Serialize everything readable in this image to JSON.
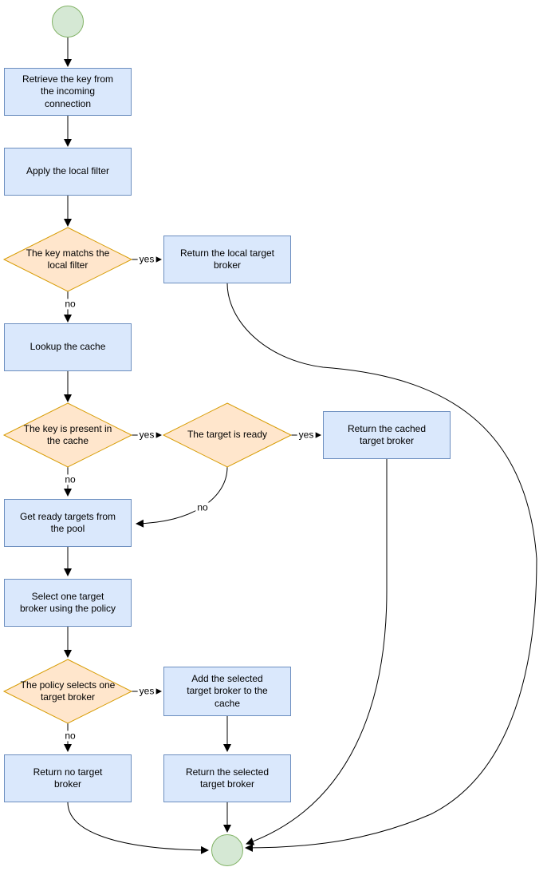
{
  "colors": {
    "process_fill": "#dae8fc",
    "process_border": "#6c8ebf",
    "decision_fill": "#ffe6cc",
    "decision_border": "#d79b00",
    "terminal_fill": "#d5e8d4",
    "terminal_border": "#82b366",
    "edge_line": "#000000",
    "text": "#000000"
  },
  "nodes": {
    "retrieve_key": {
      "label": "Retrieve the key from\nthe incoming\nconnection"
    },
    "apply_filter": {
      "label": "Apply the local filter"
    },
    "key_matches_filter": {
      "label": "The key matchs the\nlocal filter"
    },
    "return_local_broker": {
      "label": "Return the local target\nbroker"
    },
    "lookup_cache": {
      "label": "Lookup the cache"
    },
    "key_in_cache": {
      "label": "The key is present in\nthe cache"
    },
    "target_ready": {
      "label": "The target is ready"
    },
    "return_cached_broker": {
      "label": "Return the cached\ntarget broker"
    },
    "get_ready_targets": {
      "label": "Get ready targets from\nthe pool"
    },
    "select_broker": {
      "label": "Select one target\nbroker using the policy"
    },
    "policy_selects_one": {
      "label": "The policy selects one\ntarget broker"
    },
    "add_to_cache": {
      "label": "Add the selected\ntarget broker to the\ncache"
    },
    "return_no_broker": {
      "label": "Return no target\nbroker"
    },
    "return_selected_broker": {
      "label": "Return the selected\ntarget broker"
    }
  },
  "edge_labels": {
    "yes": "yes",
    "no": "no"
  }
}
